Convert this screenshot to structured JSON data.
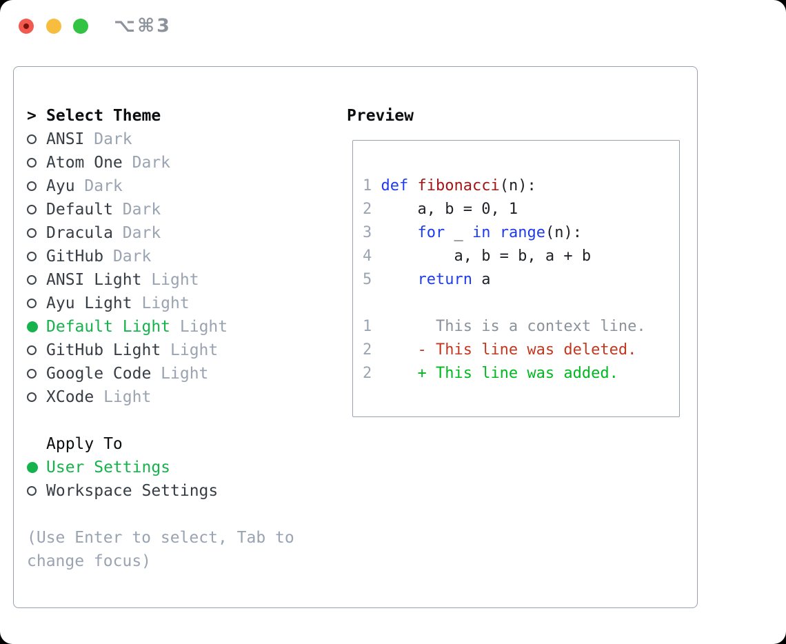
{
  "window": {
    "title": "⌥⌘3",
    "traffic_lights": [
      "close",
      "minimize",
      "zoom"
    ]
  },
  "theme_list": {
    "cursor": ">",
    "header": "Select Theme",
    "items": [
      {
        "label": "ANSI",
        "variant": "Dark",
        "selected": false
      },
      {
        "label": "Atom One",
        "variant": "Dark",
        "selected": false
      },
      {
        "label": "Ayu",
        "variant": "Dark",
        "selected": false
      },
      {
        "label": "Default",
        "variant": "Dark",
        "selected": false
      },
      {
        "label": "Dracula",
        "variant": "Dark",
        "selected": false
      },
      {
        "label": "GitHub",
        "variant": "Dark",
        "selected": false
      },
      {
        "label": "ANSI Light",
        "variant": "Light",
        "selected": false
      },
      {
        "label": "Ayu Light",
        "variant": "Light",
        "selected": false
      },
      {
        "label": "Default Light",
        "variant": "Light",
        "selected": true
      },
      {
        "label": "GitHub Light",
        "variant": "Light",
        "selected": false
      },
      {
        "label": "Google Code",
        "variant": "Light",
        "selected": false
      },
      {
        "label": "XCode",
        "variant": "Light",
        "selected": false
      }
    ]
  },
  "apply_to": {
    "header": "Apply To",
    "items": [
      {
        "label": "User Settings",
        "selected": true
      },
      {
        "label": "Workspace Settings",
        "selected": false
      }
    ]
  },
  "hint": "(Use Enter to select, Tab to change focus)",
  "preview": {
    "title": "Preview",
    "lines": [
      {
        "num": "1",
        "segs": [
          {
            "c": "kw",
            "t": "def"
          },
          {
            "c": "pl",
            "t": " "
          },
          {
            "c": "fn",
            "t": "fibonacci"
          },
          {
            "c": "pl",
            "t": "(n):"
          }
        ]
      },
      {
        "num": "2",
        "segs": [
          {
            "c": "pl",
            "t": "    a, b = 0, 1"
          }
        ]
      },
      {
        "num": "3",
        "segs": [
          {
            "c": "pl",
            "t": "    "
          },
          {
            "c": "kw",
            "t": "for"
          },
          {
            "c": "pl",
            "t": " _ "
          },
          {
            "c": "kw",
            "t": "in"
          },
          {
            "c": "pl",
            "t": " "
          },
          {
            "c": "kw",
            "t": "range"
          },
          {
            "c": "pl",
            "t": "(n):"
          }
        ]
      },
      {
        "num": "4",
        "segs": [
          {
            "c": "pl",
            "t": "        a, b = b, a + b"
          }
        ]
      },
      {
        "num": "5",
        "segs": [
          {
            "c": "pl",
            "t": "    "
          },
          {
            "c": "kw",
            "t": "return"
          },
          {
            "c": "pl",
            "t": " a"
          }
        ]
      },
      {
        "num": "",
        "segs": []
      },
      {
        "num": "1",
        "segs": [
          {
            "c": "ctx",
            "t": "      This is a context line."
          }
        ]
      },
      {
        "num": "2",
        "segs": [
          {
            "c": "del",
            "t": "    - This line was deleted."
          }
        ]
      },
      {
        "num": "2",
        "segs": [
          {
            "c": "add",
            "t": "    + This line was added."
          }
        ]
      }
    ]
  },
  "colors": {
    "outside_bg": "#000000",
    "window_bg": "#ffffff",
    "border": "#99a1ac",
    "title_gray": "#8d939c",
    "tl_red": "#f25a4f",
    "tl_red_dot": "#7b120b",
    "tl_yellow": "#f7bd3e",
    "tl_green": "#32c343",
    "text_black": "#0b0d0f",
    "text_dark": "#373d45",
    "text_muted": "#99a3b1",
    "ui_green": "#16b24c",
    "ring": "#3f454d",
    "kw": "#1e3cec",
    "fn": "#a31615",
    "pl": "#1d2126",
    "ctx": "#8a929b",
    "del": "#c4371f",
    "add": "#00b920",
    "num": "#9aa5b1"
  }
}
